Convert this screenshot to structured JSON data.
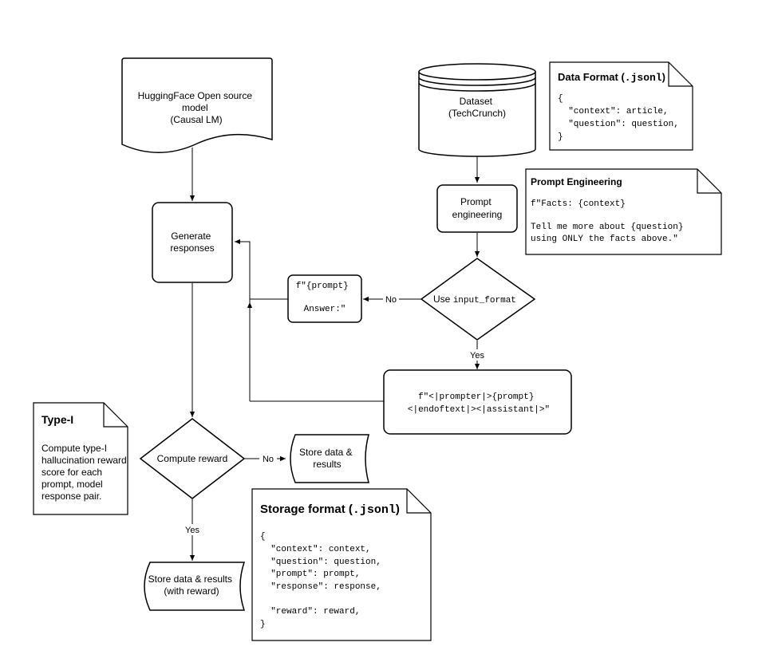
{
  "nodes": {
    "hf_model": {
      "lines": [
        "HuggingFace Open source",
        "model",
        "(Causal LM)"
      ]
    },
    "dataset": {
      "lines": [
        "Dataset",
        "(TechCrunch)"
      ]
    },
    "generate": {
      "lines": [
        "Generate",
        "responses"
      ]
    },
    "prompt_eng": {
      "lines": [
        "Prompt",
        "engineering"
      ]
    },
    "use_input": {
      "prefix": "Use ",
      "code": "input_format"
    },
    "prompt_answer": {
      "lines": [
        "f\"{prompt}",
        "",
        "Answer:\""
      ]
    },
    "prompter_template": {
      "lines": [
        "f\"<|prompter|>{prompt}",
        "<|endoftext|><|assistant|>\""
      ]
    },
    "compute_reward": {
      "lines": [
        "Compute reward"
      ]
    },
    "store_no_reward": {
      "lines": [
        "Store data &",
        "results"
      ]
    },
    "store_with_reward": {
      "lines": [
        "Store data & results",
        "(with reward)"
      ]
    }
  },
  "edges": {
    "no_left": "No",
    "yes_down": "Yes",
    "no_right": "No",
    "yes_bottom": "Yes"
  },
  "notes": {
    "data_format": {
      "title_prefix": "Data Format (",
      "title_code": ".jsonl",
      "title_suffix": ")",
      "lines": [
        "{",
        "  \"context\": article,",
        "  \"question\": question,",
        "}"
      ]
    },
    "prompt_engineering": {
      "title": "Prompt Engineering",
      "lines": [
        "f\"Facts: {context}",
        "",
        "Tell me more about {question}",
        "using ONLY the facts above.\""
      ]
    },
    "type1": {
      "title": "Type-I",
      "lines": [
        "Compute type-I",
        "hallucination reward",
        "score for each",
        "prompt, model",
        "response pair."
      ]
    },
    "storage_format": {
      "title_prefix": "Storage format (",
      "title_code": ".jsonl",
      "title_suffix": ")",
      "lines": [
        "{",
        "  \"context\": context,",
        "  \"question\": question,",
        "  \"prompt\": prompt,",
        "  \"response\": response,",
        "",
        "  \"reward\": reward,",
        "}"
      ]
    }
  }
}
